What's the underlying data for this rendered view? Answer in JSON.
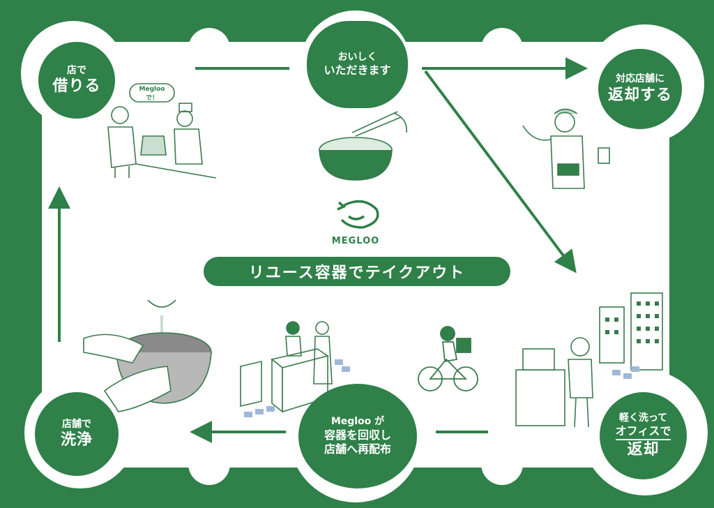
{
  "nodes": {
    "borrow": {
      "line1": "店で",
      "line2": "借りる"
    },
    "eat": {
      "line1": "おいしく",
      "line2": "いただきます"
    },
    "return_store": {
      "line1": "対応店舗に",
      "line2": "返却する"
    },
    "office": {
      "line1": "軽く洗って",
      "line2": "オフィスで",
      "line3": "返却"
    },
    "collect": {
      "line1": "Megloo が",
      "line2": "容器を回収し",
      "line3": "店舗へ再配布"
    },
    "wash": {
      "line1": "店舗で",
      "line2": "洗浄"
    }
  },
  "speech_bubble": "Megloo で！",
  "brand": "MEGLOO",
  "banner": "リユース容器でテイクアウト",
  "colors": {
    "green": "#2f8049",
    "white": "#ffffff",
    "line": "#3a7a4c"
  }
}
